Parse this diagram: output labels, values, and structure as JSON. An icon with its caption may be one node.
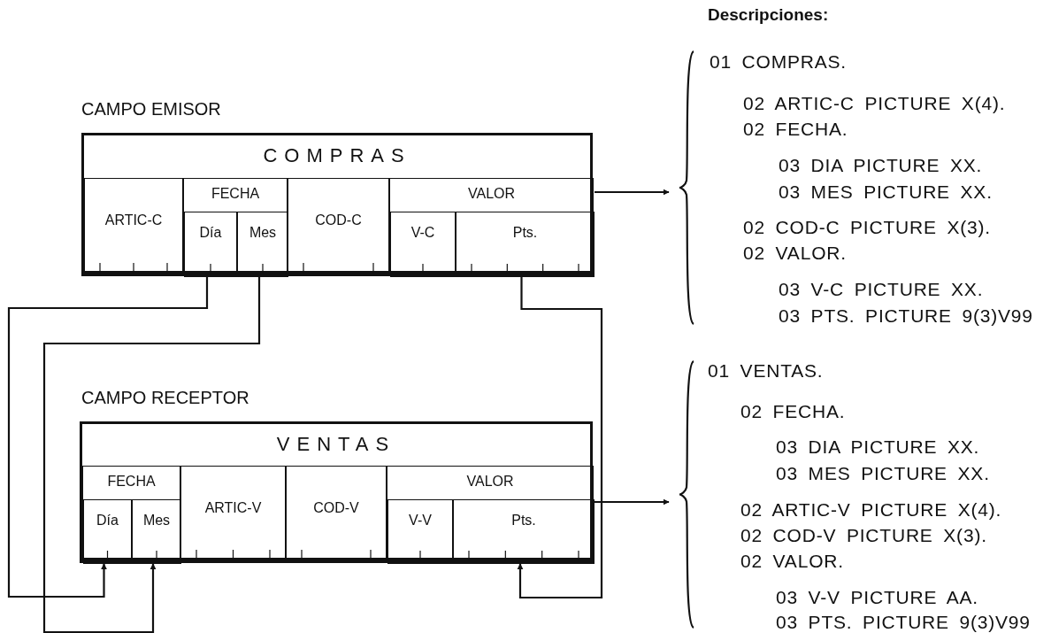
{
  "diagram": {
    "nodes": [
      {
        "text": [
          "COMPRAS"
        ]
      },
      {
        "text": [
          "ARTIC-C"
        ],
        "in": 0
      },
      {
        "text": [
          "FECHA"
        ],
        "in": 0
      },
      {
        "text": [
          "Día"
        ],
        "in": 2
      },
      {
        "text": [
          "Mes"
        ],
        "in": 2
      },
      {
        "text": [
          "COD-C"
        ],
        "in": 0
      },
      {
        "text": [
          "VALOR"
        ],
        "in": 0
      },
      {
        "text": [
          "V-C"
        ],
        "in": 6
      },
      {
        "text": [
          "Pts."
        ],
        "in": 6
      },
      {
        "text": [
          "VENTAS"
        ]
      },
      {
        "text": [
          "FECHA"
        ],
        "in": 9
      },
      {
        "text": [
          "Día"
        ],
        "in": 10
      },
      {
        "text": [
          "Mes"
        ],
        "in": 10
      },
      {
        "text": [
          "ARTIC-V"
        ],
        "in": 9
      },
      {
        "text": [
          "COD-V"
        ],
        "in": 9
      },
      {
        "text": [
          "VALOR"
        ],
        "in": 9
      },
      {
        "text": [
          "V-V"
        ],
        "in": 15
      },
      {
        "text": [
          "Pts."
        ],
        "in": 15
      },
      {
        "text": [
          "01 COMPRAS.",
          "02 ARTIC-C PICTURE X(4).",
          "02 FECHA.",
          "03 DIA PICTURE XX.",
          "03 MES PICTURE XX.",
          "02 COD-C PICTURE X(3).",
          "02 VALOR.",
          "03 V-C PICTURE XX.",
          "03 PTS. PICTURE 9(3)V99"
        ]
      },
      {
        "text": [
          "01 VENTAS.",
          "02 FECHA.",
          "03 DIA PICTURE XX.",
          "03 MES PICTURE XX.",
          "02 ARTIC-V PICTURE X(4).",
          "02 COD-V PICTURE X(3).",
          "02 VALOR.",
          "03 V-V PICTURE AA.",
          "03 PTS. PICTURE 9(3)V99"
        ]
      }
    ],
    "edges": [
      {
        "from": 3,
        "to": 11,
        "arrow": "to"
      },
      {
        "from": 4,
        "to": 12,
        "arrow": "to"
      },
      {
        "from": 8,
        "to": 17,
        "arrow": "to"
      },
      {
        "from": 0,
        "to": 18,
        "arrow": "to"
      },
      {
        "from": 9,
        "to": 19,
        "arrow": "to"
      }
    ],
    "labels": [
      "Descripciones:",
      "CAMPO EMISOR",
      "CAMPO RECEPTOR"
    ]
  }
}
